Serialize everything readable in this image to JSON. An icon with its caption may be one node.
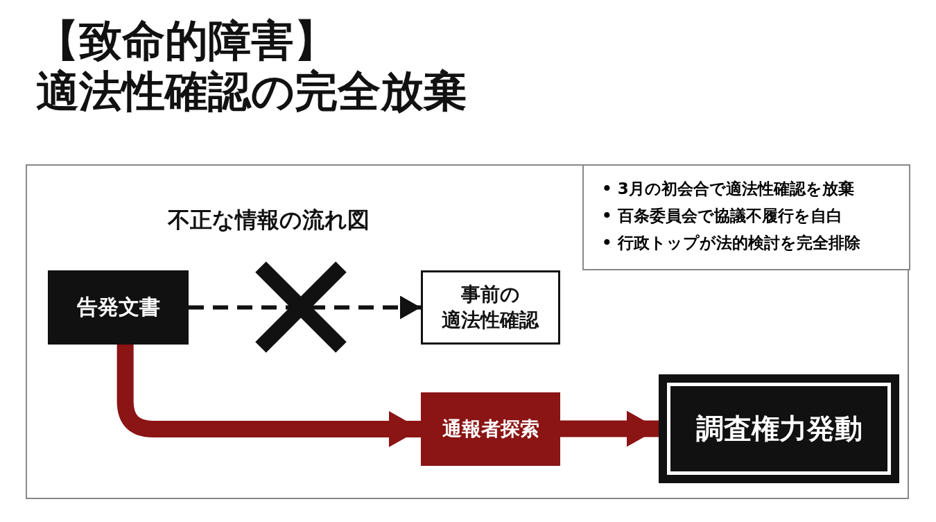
{
  "diagram": {
    "title": "【致命的障害】適法性確認の完全放棄",
    "nodes": [
      {
        "text": [
          "• 3月の初会合で適法性確認を放棄",
          "• 百条委員会で協議不履行を自白",
          "• 行政トップが法的検討を完全排除"
        ]
      },
      {
        "text": [
          "告発文書"
        ]
      },
      {
        "text": [
          "事前の適法性確認"
        ]
      },
      {
        "text": [
          "通報者探索"
        ]
      },
      {
        "text": [
          "調査権力発動"
        ]
      }
    ],
    "edges": [
      {
        "from": 1,
        "to": 2,
        "arrow": "to",
        "style": "dashed",
        "color": "#111111"
      },
      {
        "from": 1,
        "to": 3,
        "arrow": "to"
      },
      {
        "from": 3,
        "to": 4,
        "arrow": "to"
      }
    ],
    "labels": [
      "不正な情報の流れ図"
    ]
  }
}
